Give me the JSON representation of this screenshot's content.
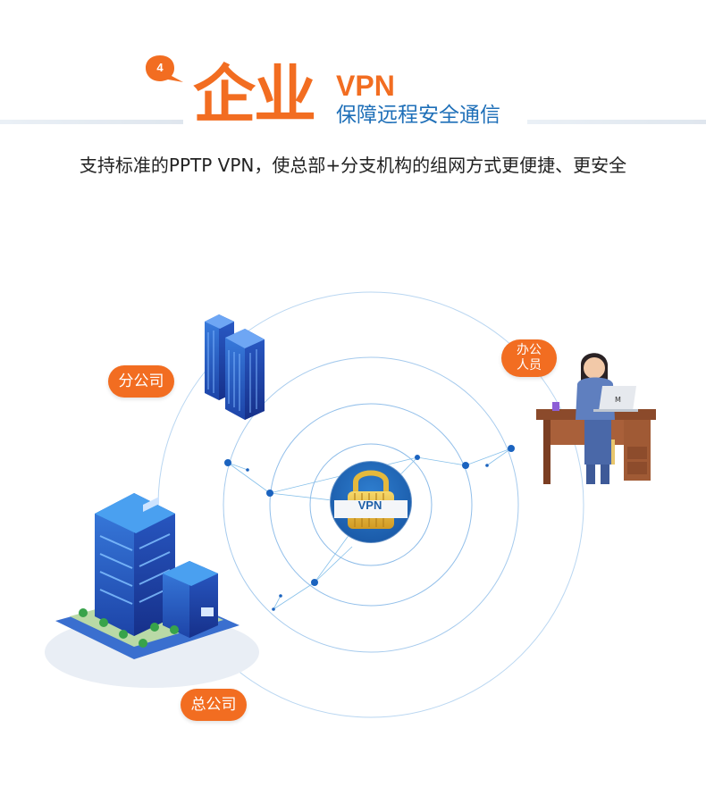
{
  "header": {
    "step_number": "4",
    "title_cn": "企业",
    "title_vpn": "VPN",
    "subtitle": "保障远程安全通信"
  },
  "tagline": "支持标准的PPTP VPN，使总部+分支机构的组网方式更便捷、更安全",
  "diagram": {
    "center_label": "VPN",
    "nodes": {
      "branch": "分公司",
      "headquarters": "总公司",
      "office_line1": "办公",
      "office_line2": "人员"
    }
  },
  "colors": {
    "accent_orange": "#f26d21",
    "brand_blue": "#1e6fb8",
    "ring_blue": "#6aa6e0"
  }
}
